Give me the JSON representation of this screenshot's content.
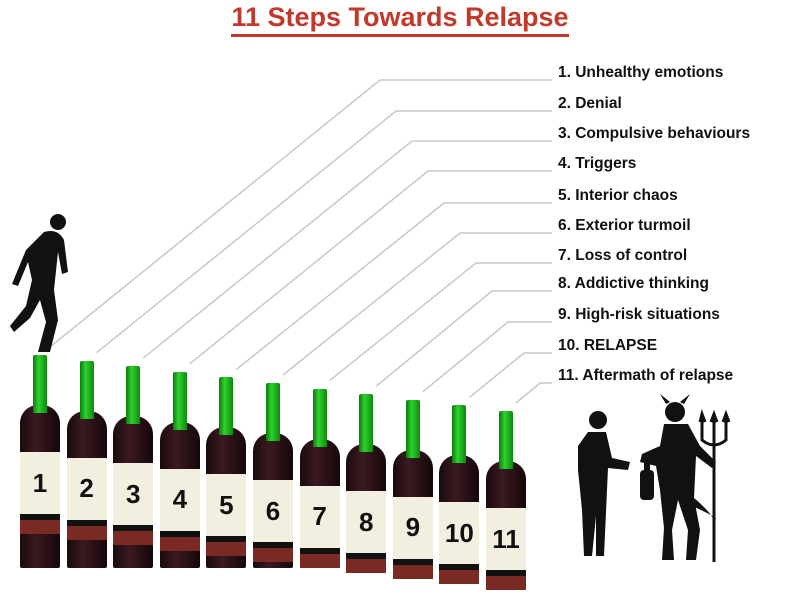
{
  "title": "11 Steps Towards Relapse",
  "steps": [
    "1. Unhealthy emotions",
    "2. Denial",
    "3. Compulsive behaviours",
    "4. Triggers",
    "5. Interior chaos",
    "6. Exterior turmoil",
    "7. Loss of control",
    "8. Addictive thinking",
    "9. High-risk situations",
    "10. RELAPSE",
    "11. Aftermath of relapse"
  ],
  "bottles": [
    "1",
    "2",
    "3",
    "4",
    "5",
    "6",
    "7",
    "8",
    "9",
    "10",
    "11"
  ],
  "colors": {
    "title": "#c0392b",
    "neck": "#22b522",
    "bottle": "#2a1015",
    "label": "#f2efe0"
  }
}
